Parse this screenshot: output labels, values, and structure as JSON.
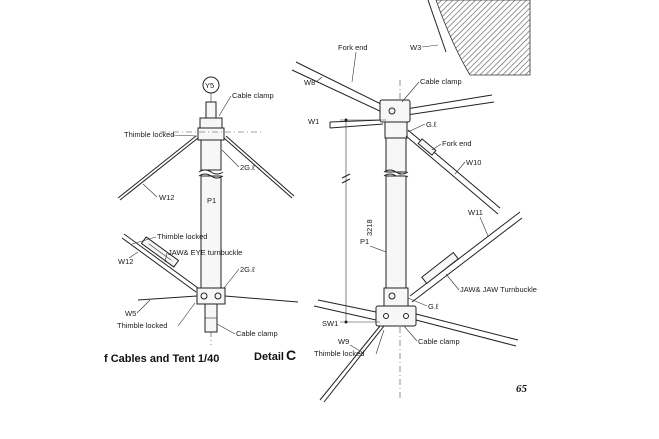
{
  "left_detail": {
    "mark": "Y5",
    "labels": {
      "cable_clamp_top": "Cable clamp",
      "thimble_locked_top": "Thimble locked",
      "bolt_top": "2G.ℓ",
      "w12_upper": "W12",
      "p1": "P1",
      "thimble_locked_mid": "Thimble locked",
      "jaw_eye": "JAW& EYE turnbuckle",
      "w12_lower": "W12",
      "bolt_bottom": "2G.ℓ",
      "w5": "W5",
      "thimble_locked_bottom": "Thimble locked",
      "cable_clamp_bottom": "Cable clamp"
    },
    "caption": "f Cables and Tent 1/40"
  },
  "right_detail": {
    "labels": {
      "fork_end_top": "Fork end",
      "w8": "W8",
      "w3": "W3",
      "cable_clamp": "Cable clamp",
      "w1": "W1",
      "g_l_top": "G.ℓ",
      "fork_end_mid": "Fork end",
      "w10": "W10",
      "dimension": "3218",
      "w11": "W11",
      "p1": "P1",
      "jaw_jaw": "JAW& JAW Turnbuckle",
      "g_l_bottom": "G.ℓ",
      "sw1": "SW1",
      "cable_clamp_bottom": "Cable clamp",
      "w9": "W9",
      "thimble_locked": "Thimble locked"
    },
    "caption_prefix": "Detail",
    "caption_letter": "C"
  },
  "page_number": "65"
}
